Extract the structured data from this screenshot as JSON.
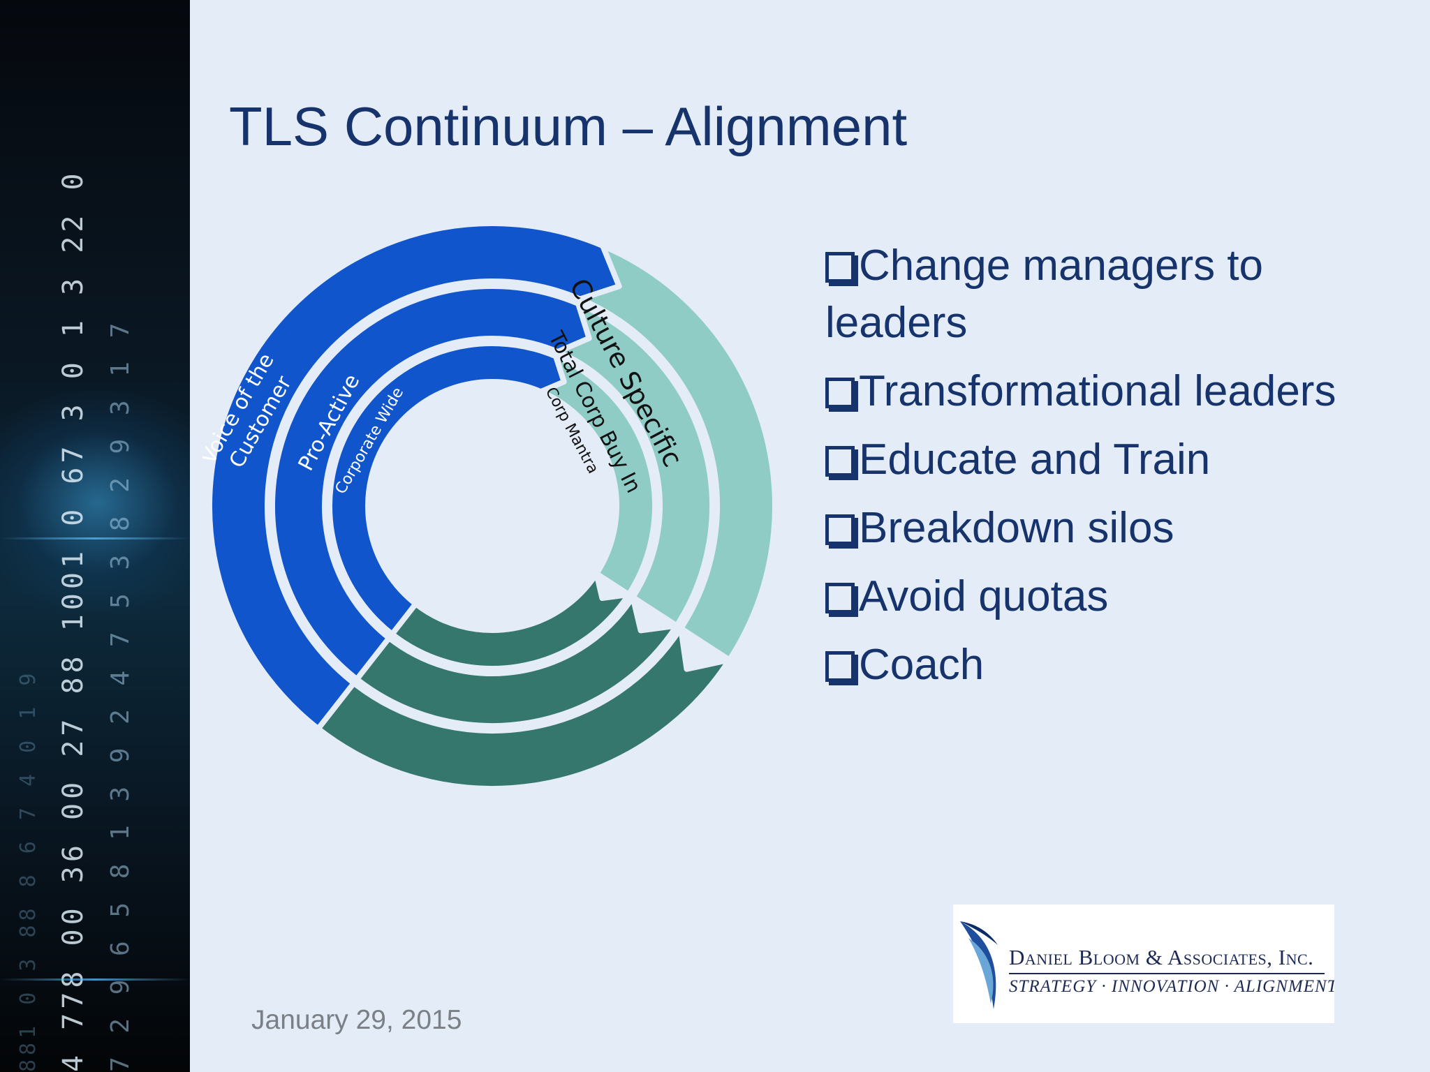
{
  "slide": {
    "title": "TLS Continuum – Alignment",
    "date": "January 29, 2015"
  },
  "diagram": {
    "rings": [
      {
        "left_label_lines": [
          "Voice of the",
          "Customer"
        ],
        "right_label": "Culture Specific",
        "left_color": "#1155cc",
        "right_color": "#8fccc5",
        "bottom_color": "#35776c"
      },
      {
        "left_label_lines": [
          "Pro-Active"
        ],
        "right_label": "Total Corp Buy In",
        "left_color": "#1155cc",
        "right_color": "#8fccc5",
        "bottom_color": "#35776c"
      },
      {
        "left_label_lines": [
          "Corporate Wide"
        ],
        "right_label": "Corp Mantra",
        "left_color": "#1155cc",
        "right_color": "#8fccc5",
        "bottom_color": "#35776c"
      }
    ]
  },
  "bullets": [
    {
      "text": "Change managers to leaders"
    },
    {
      "text": "Transformational leaders"
    },
    {
      "text": "Educate and Train"
    },
    {
      "text": "Breakdown silos"
    },
    {
      "text": "Avoid quotas"
    },
    {
      "text": "Coach"
    }
  ],
  "logo": {
    "name": "Daniel Bloom & Associates, Inc.",
    "tagline": "STRATEGY · INNOVATION · ALIGNMENT"
  },
  "colors": {
    "title": "#17336b",
    "background": "#e3ecf7"
  }
}
